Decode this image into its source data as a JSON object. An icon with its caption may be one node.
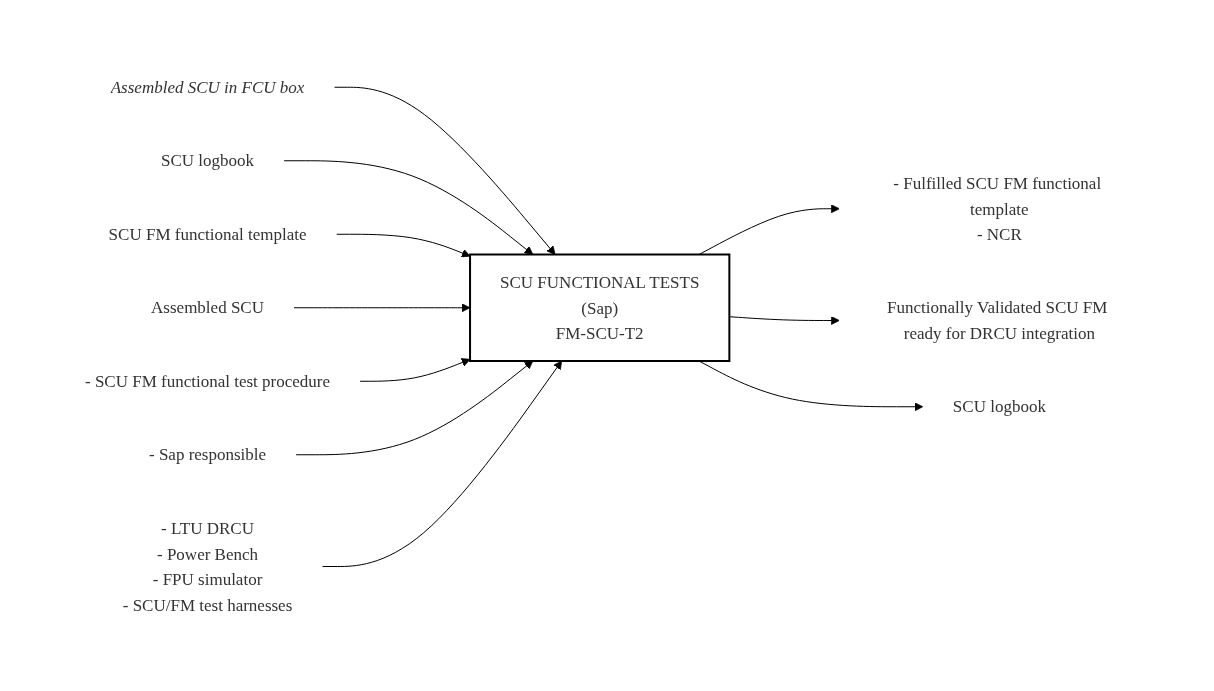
{
  "diagram": {
    "nodes": [
      {
        "text": [
          "Assembled SCU in FCU box"
        ]
      },
      {
        "text": [
          "SCU logbook"
        ]
      },
      {
        "text": [
          "SCU FM functional template"
        ]
      },
      {
        "text": [
          "Assembled SCU"
        ]
      },
      {
        "text": [
          "SCU FUNCTIONAL TESTS",
          "(Sap)",
          "FM-SCU-T2"
        ]
      },
      {
        "text": [
          "- Fulfilled SCU FM functional template",
          "- NCR"
        ]
      },
      {
        "text": [
          "Functionally Validated SCU FM ready for DRCU integration"
        ]
      },
      {
        "text": [
          "SCU logbook"
        ]
      },
      {
        "text": [
          "- SCU FM functional test procedure"
        ]
      },
      {
        "text": [
          "- Sap responsible"
        ]
      },
      {
        "text": [
          "- LTU DRCU",
          "- Power Bench",
          "- FPU simulator",
          "- SCU/FM test harnesses"
        ]
      }
    ],
    "edges": [
      {
        "from": 0,
        "to": 4,
        "arrow": "to"
      },
      {
        "from": 1,
        "to": 4,
        "arrow": "to"
      },
      {
        "from": 2,
        "to": 4,
        "arrow": "to"
      },
      {
        "from": 3,
        "to": 4,
        "arrow": "to"
      },
      {
        "from": 4,
        "to": 5,
        "arrow": "to"
      },
      {
        "from": 4,
        "to": 6,
        "arrow": "to"
      },
      {
        "from": 4,
        "to": 7,
        "arrow": "to"
      },
      {
        "from": 8,
        "to": 4,
        "arrow": "to"
      },
      {
        "from": 9,
        "to": 4,
        "arrow": "to"
      },
      {
        "from": 10,
        "to": 4,
        "arrow": "to"
      }
    ]
  }
}
